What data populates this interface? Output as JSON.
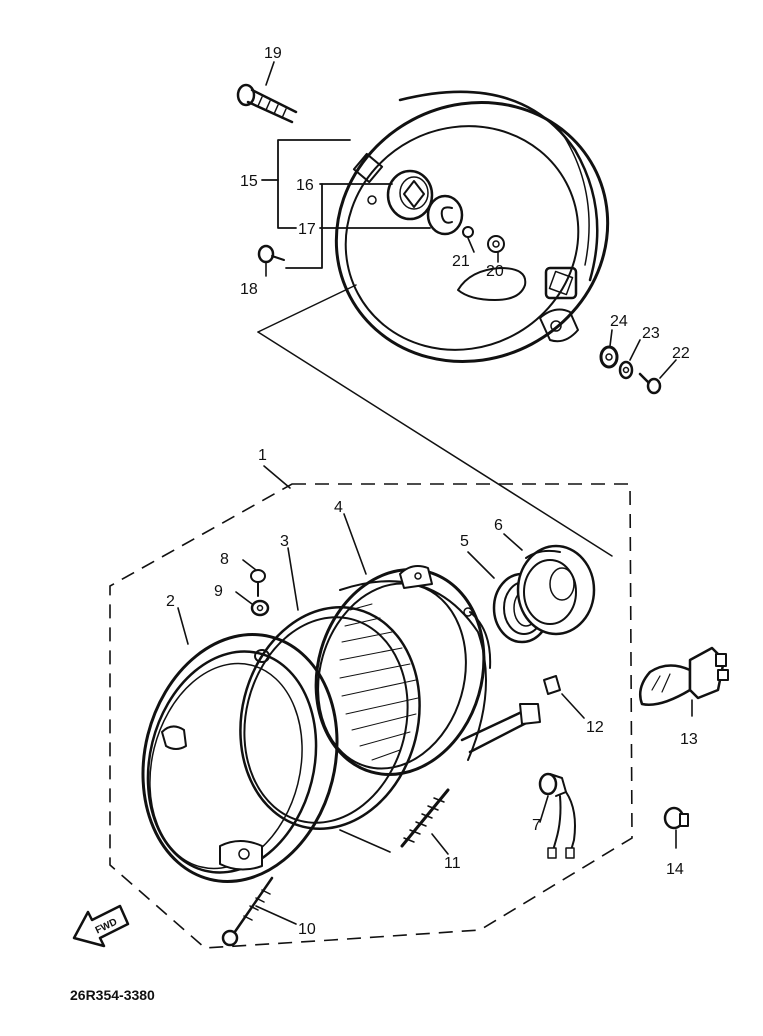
{
  "parts": [
    {
      "id": "1",
      "label": "1"
    },
    {
      "id": "2",
      "label": "2"
    },
    {
      "id": "3",
      "label": "3"
    },
    {
      "id": "4",
      "label": "4"
    },
    {
      "id": "5",
      "label": "5"
    },
    {
      "id": "6",
      "label": "6"
    },
    {
      "id": "7",
      "label": "7"
    },
    {
      "id": "8",
      "label": "8"
    },
    {
      "id": "9",
      "label": "9"
    },
    {
      "id": "10",
      "label": "10"
    },
    {
      "id": "11",
      "label": "11"
    },
    {
      "id": "12",
      "label": "12"
    },
    {
      "id": "13",
      "label": "13"
    },
    {
      "id": "14",
      "label": "14"
    },
    {
      "id": "15",
      "label": "15"
    },
    {
      "id": "16",
      "label": "16"
    },
    {
      "id": "17",
      "label": "17"
    },
    {
      "id": "18",
      "label": "18"
    },
    {
      "id": "19",
      "label": "19"
    },
    {
      "id": "20",
      "label": "20"
    },
    {
      "id": "21",
      "label": "21"
    },
    {
      "id": "22",
      "label": "22"
    },
    {
      "id": "23",
      "label": "23"
    },
    {
      "id": "24",
      "label": "24"
    }
  ],
  "direction_arrow": {
    "label": "FWD",
    "icon": "fwd-arrow-icon"
  },
  "diagram_code": "26R354-3380"
}
